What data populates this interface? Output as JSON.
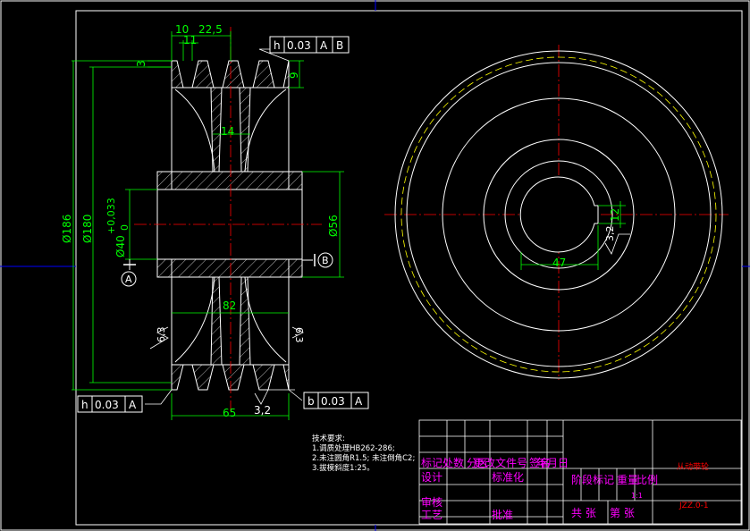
{
  "dims": {
    "d_top_10": "10",
    "d_top_22_5": "22,5",
    "d_top_11": "11",
    "d_left_3": "3",
    "d_right_9": "9",
    "d_web_14": "14",
    "d_186": "Ø186",
    "d_180": "Ø180",
    "d_40": "Ø40",
    "d_40_tol": "+0,033",
    "d_40_tol0": "0",
    "d_56": "Ø56",
    "d_82": "82",
    "d_65": "65",
    "d_3_2": "3,2",
    "d_47": "47",
    "d_12": "12",
    "d_key_3_2": "3,2",
    "rough_left": "6,3",
    "rough_right": "6,3"
  },
  "datum": {
    "a": "A",
    "b": "B"
  },
  "tolerance_frames": {
    "top": {
      "sym": "h",
      "val": "0.03",
      "ref1": "A",
      "ref2": "B"
    },
    "bottom_left": {
      "sym": "h",
      "val": "0.03",
      "ref1": "A"
    },
    "bottom_right": {
      "sym": "b",
      "val": "0.03",
      "ref1": "A"
    }
  },
  "tech_notes": {
    "title": "技术要求:",
    "line1": "1.调质处理HB262-286;",
    "line2": "2.未注圆角R1.5;  未注倒角C2;",
    "line3": "3.拔模斜度1:25。"
  },
  "title_block": {
    "row_mark": "标记处数",
    "row_partition": "分区",
    "row_change": "更改文件号",
    "row_sign": "签名",
    "row_date": "年月日",
    "design": "设计",
    "standard": "标准化",
    "stage": "阶段标记",
    "weight": "重量",
    "scale": "比例",
    "check": "审核",
    "process": "工艺",
    "approve": "批准",
    "total": "共  张",
    "sheet": "第  张",
    "scale_val": "1:1",
    "part_name": "从动带轮",
    "drawing_no": "JZZ.0-1"
  },
  "colors": {
    "line": "#ffffff",
    "dim": "#00ff00",
    "center": "#ff0000",
    "pitch": "#ffff00",
    "title_text": "#ff00ff",
    "frame": "#0000ff"
  }
}
